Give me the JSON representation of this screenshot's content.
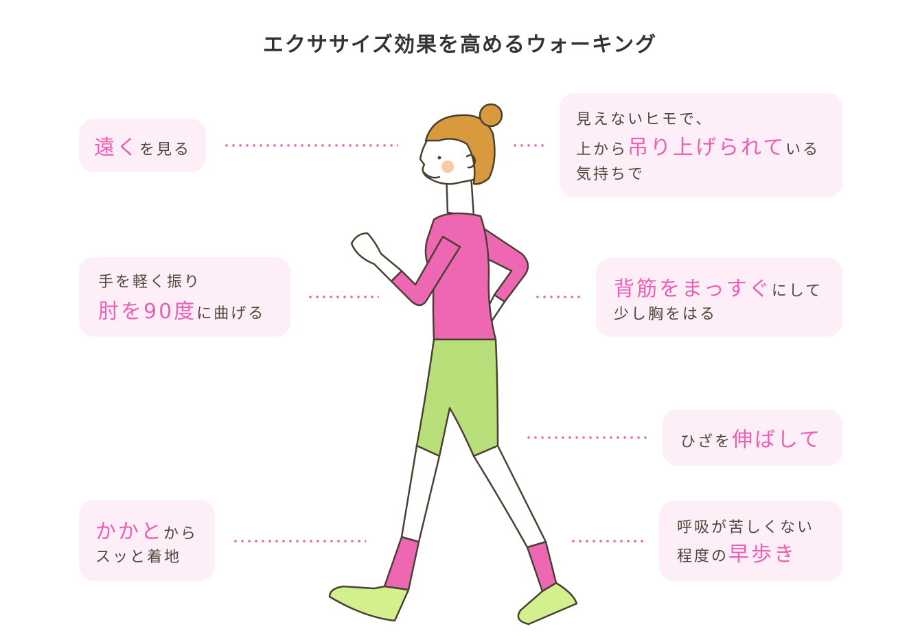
{
  "title": "エクササイズ効果を高めるウォーキング",
  "colors": {
    "highlight": "#ec5fb4",
    "box_bg": "#fdeef7",
    "text": "#4f4639",
    "shirt": "#ee67b2",
    "shorts": "#b8df7a",
    "hair": "#d89a3c",
    "cheek": "#f9c7a9"
  },
  "tips": {
    "look_far": {
      "h1": "遠く",
      "n1": "を見る"
    },
    "string": {
      "line1": "見えないヒモで、",
      "n1": "上から",
      "h1": "吊り上げられて",
      "n2": "いる",
      "line3": "気持ちで"
    },
    "arms": {
      "line1": "手を軽く振り",
      "h1": "肘を90度",
      "n1": "に曲げる"
    },
    "back": {
      "h1": "背筋をまっすぐ",
      "n1": "にして",
      "line2": "少し胸をはる"
    },
    "knees": {
      "n1": "ひざを",
      "h1": "伸ばして"
    },
    "heel": {
      "h1": "かかと",
      "n1": "から",
      "line2": "スッと着地"
    },
    "pace": {
      "line1": "呼吸が苦しくない",
      "n1": "程度の",
      "h1": "早歩き"
    }
  }
}
